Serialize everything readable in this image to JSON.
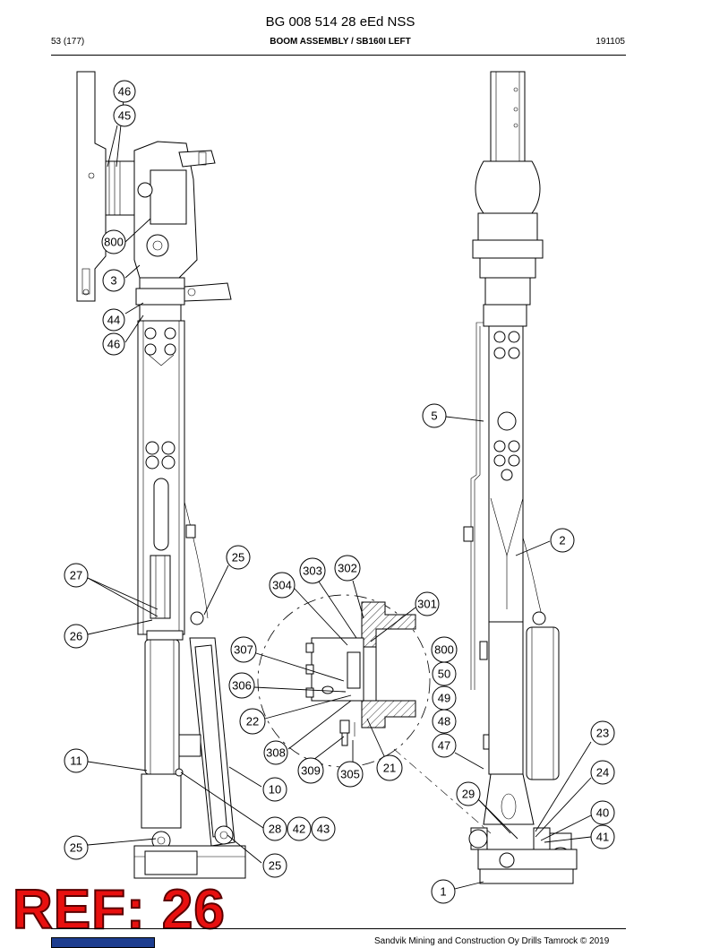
{
  "header": {
    "doc_id": "BG 008 514 28 eEd NSS",
    "page": "53 (177)",
    "section_title": "BOOM ASSEMBLY / SB160I LEFT",
    "date": "191105"
  },
  "callouts": [
    "46",
    "45",
    "800",
    "3",
    "44",
    "46",
    "27",
    "26",
    "25",
    "11",
    "25",
    "25",
    "10",
    "28",
    "42",
    "43",
    "304",
    "303",
    "302",
    "301",
    "307",
    "306",
    "22",
    "308",
    "309",
    "305",
    "21",
    "800",
    "50",
    "49",
    "48",
    "47",
    "5",
    "2",
    "23",
    "24",
    "29",
    "40",
    "41",
    "1"
  ],
  "ref_label": "REF: 26",
  "footer": {
    "copyright": "Sandvik Mining and Construction Oy Drills Tamrock © 2019"
  }
}
